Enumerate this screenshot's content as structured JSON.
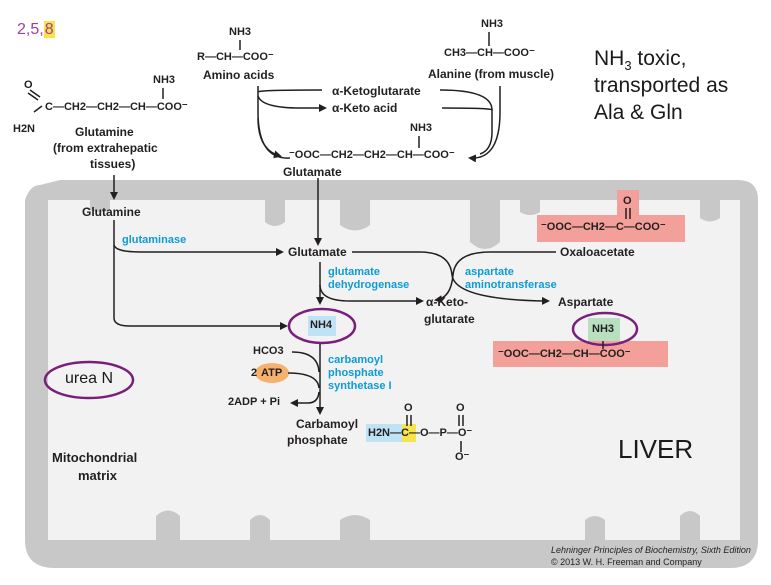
{
  "slide_tag": {
    "prefix": "2,5,",
    "highlight": "8"
  },
  "note": {
    "line1a": "NH",
    "line1sub": "3",
    "line1b": " toxic,",
    "line2": "transported as",
    "line3": "Ala & Gln"
  },
  "liver_label": "LIVER",
  "urea_label": "urea N",
  "matrix_label": {
    "line1": "Mitochondrial",
    "line2": "matrix"
  },
  "molecules": {
    "amino_acids": {
      "nh3": "NH3",
      "chain": "R—CH—COO⁻",
      "name": "Amino acids"
    },
    "alanine": {
      "nh3": "NH3",
      "chain": "CH3—CH—COO⁻",
      "name": "Alanine (from muscle)"
    },
    "glutamine_top": {
      "name_line1": "Glutamine",
      "name_line2": "(from extrahepatic",
      "name_line3": "tissues)"
    },
    "a_ketoglutarate": "α-Ketoglutarate",
    "a_keto_acid": "α-Keto acid",
    "glutamate_top": {
      "nh3": "NH3",
      "chain": "⁻OOC—CH2—CH2—CH—COO⁻",
      "name": "Glutamate"
    },
    "glutamine_matrix": "Glutamine",
    "glutamate_matrix": "Glutamate",
    "oxaloacetate": {
      "chain": "⁻OOC—CH2—C—COO⁻",
      "name": "Oxaloacetate"
    },
    "a_ketoglutarate_matrix": {
      "line1": "α-Keto-",
      "line2": "glutarate"
    },
    "aspartate": {
      "name": "Aspartate",
      "nh3": "NH3",
      "chain": "⁻OOC—CH2—CH—COO⁻"
    },
    "nh4": "NH4",
    "hco3": "HCO3",
    "atp": "ATP",
    "atp_coef": "2",
    "adp": "2ADP + Pi",
    "carbamoyl": {
      "line1": "Carbamoyl",
      "line2": "phosphate"
    }
  },
  "enzymes": {
    "glutaminase": "glutaminase",
    "glutamate_dehydrogenase": {
      "line1": "glutamate",
      "line2": "dehydrogenase"
    },
    "aspartate_aminotransferase": {
      "line1": "aspartate",
      "line2": "aminotransferase"
    },
    "cps1": {
      "line1": "carbamoyl",
      "line2": "phosphate",
      "line3": "synthetase I"
    }
  },
  "credit": {
    "line1": "Lehninger Principles of Biochemistry, Sixth Edition",
    "line2": "© 2013 W. H. Freeman and Company"
  },
  "colors": {
    "accent_purple": "#7a1e7c",
    "enzyme_blue": "#0e9bd6",
    "highlight_yellow": "#f7e34a",
    "salmon": "#f4a09a",
    "green": "#b7dfc0",
    "nh4_blue": "#bfe3f5",
    "atp_orange": "#f6b16c",
    "membrane_gray": "#c8c8c8"
  }
}
